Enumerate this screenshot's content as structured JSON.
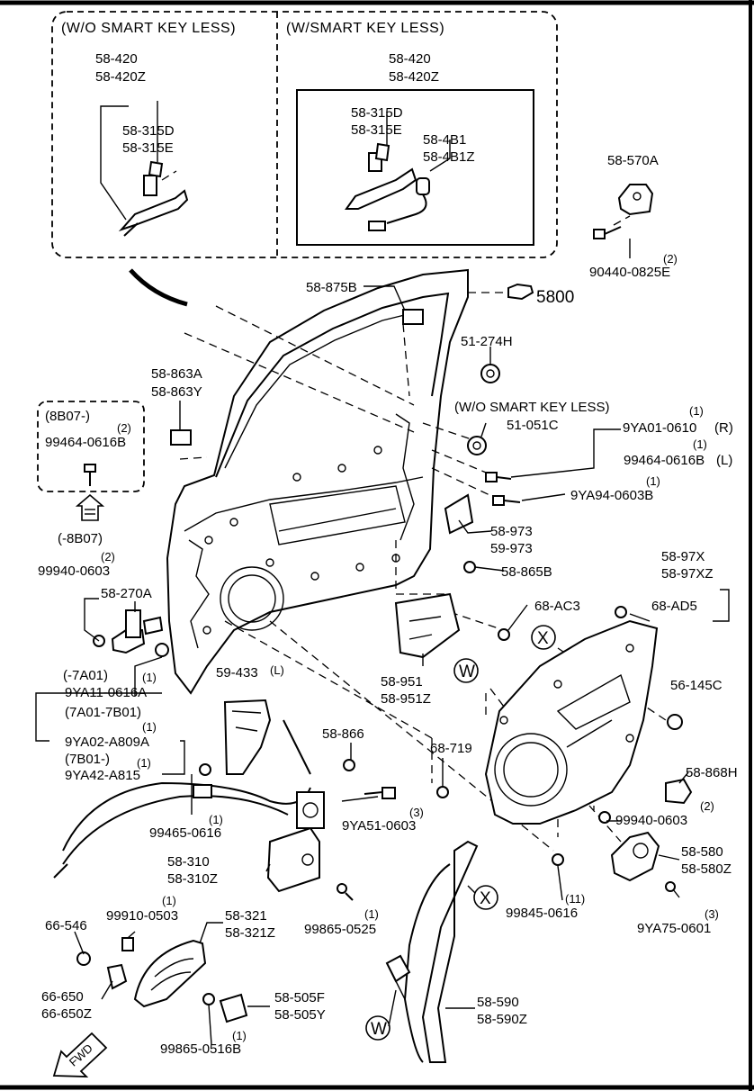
{
  "headers": {
    "wo_smart": "(W/O SMART KEY LESS)",
    "w_smart": "(W/SMART KEY LESS)",
    "wo_smart_note": "(W/O SMART KEY LESS)"
  },
  "refs": {
    "r5800": "5800",
    "code_8b07": "(8B07-)",
    "code_minus_8b07": "(-8B07)",
    "code_7a01": "(-7A01)",
    "code_7a01_7b01": "(7A01-7B01)",
    "code_7b01": "(7B01-)",
    "fwd": "FWD",
    "x": "X",
    "w": "W"
  },
  "labels": {
    "l_58420_a": "58-420",
    "l_58420z_a": "58-420Z",
    "l_58315d_a": "58-315D",
    "l_58315e_a": "58-315E",
    "l_58420_b": "58-420",
    "l_58420z_b": "58-420Z",
    "l_58315d_b": "58-315D",
    "l_58315e_b": "58-315E",
    "l_584b1": "58-4B1",
    "l_584b1z": "58-4B1Z",
    "l_58570a": "58-570A",
    "l_q2a": "(2)",
    "l_90440": "90440-0825E",
    "l_58875b": "58-875B",
    "l_51274h": "51-274H",
    "l_58863a": "58-863A",
    "l_58863y": "58-863Y",
    "l_q2b": "(2)",
    "l_99464a": "99464-0616B",
    "l_51051c": "51-051C",
    "l_q1a": "(1)",
    "l_9ya01": "9YA01-0610",
    "l_r": "(R)",
    "l_q1b": "(1)",
    "l_99464b": "99464-0616B",
    "l_l": "(L)",
    "l_q1c": "(1)",
    "l_9ya94": "9YA94-0603B",
    "l_58973": "58-973",
    "l_59973": "59-973",
    "l_q2c": "(2)",
    "l_99940a": "99940-0603",
    "l_58865b": "58-865B",
    "l_5897x": "58-97X",
    "l_5897xz": "58-97XZ",
    "l_58270a": "58-270A",
    "l_68ac3": "68-AC3",
    "l_68ad5": "68-AD5",
    "l_q1d": "(1)",
    "l_9ya11": "9YA11-0616A",
    "l_58951": "58-951",
    "l_58951z": "58-951Z",
    "l_59433": "59-433",
    "l_lsmall": "(L)",
    "l_q1e": "(1)",
    "l_9ya02": "9YA02-A809A",
    "l_q1f": "(1)",
    "l_9ya42": "9YA42-A815",
    "l_56145c": "56-145C",
    "l_58866": "58-866",
    "l_68719": "68-719",
    "l_58868h": "58-868H",
    "l_99465": "99465-0616",
    "l_q1g": "(1)",
    "l_q3a": "(3)",
    "l_9ya51": "9YA51-0603",
    "l_q2d": "(2)",
    "l_99940b": "99940-0603",
    "l_58310": "58-310",
    "l_58310z": "58-310Z",
    "l_58580": "58-580",
    "l_58580z": "58-580Z",
    "l_q1h": "(1)",
    "l_99865a": "99865-0525",
    "l_q11": "(11)",
    "l_99845": "99845-0616",
    "l_q3b": "(3)",
    "l_9ya75": "9YA75-0601",
    "l_66546": "66-546",
    "l_q1i": "(1)",
    "l_99910": "99910-0503",
    "l_58321": "58-321",
    "l_58321z": "58-321Z",
    "l_66650": "66-650",
    "l_66650z": "66-650Z",
    "l_58505f": "58-505F",
    "l_58505y": "58-505Y",
    "l_q1j": "(1)",
    "l_99865b": "99865-0516B",
    "l_58590": "58-590",
    "l_58590z": "58-590Z"
  }
}
